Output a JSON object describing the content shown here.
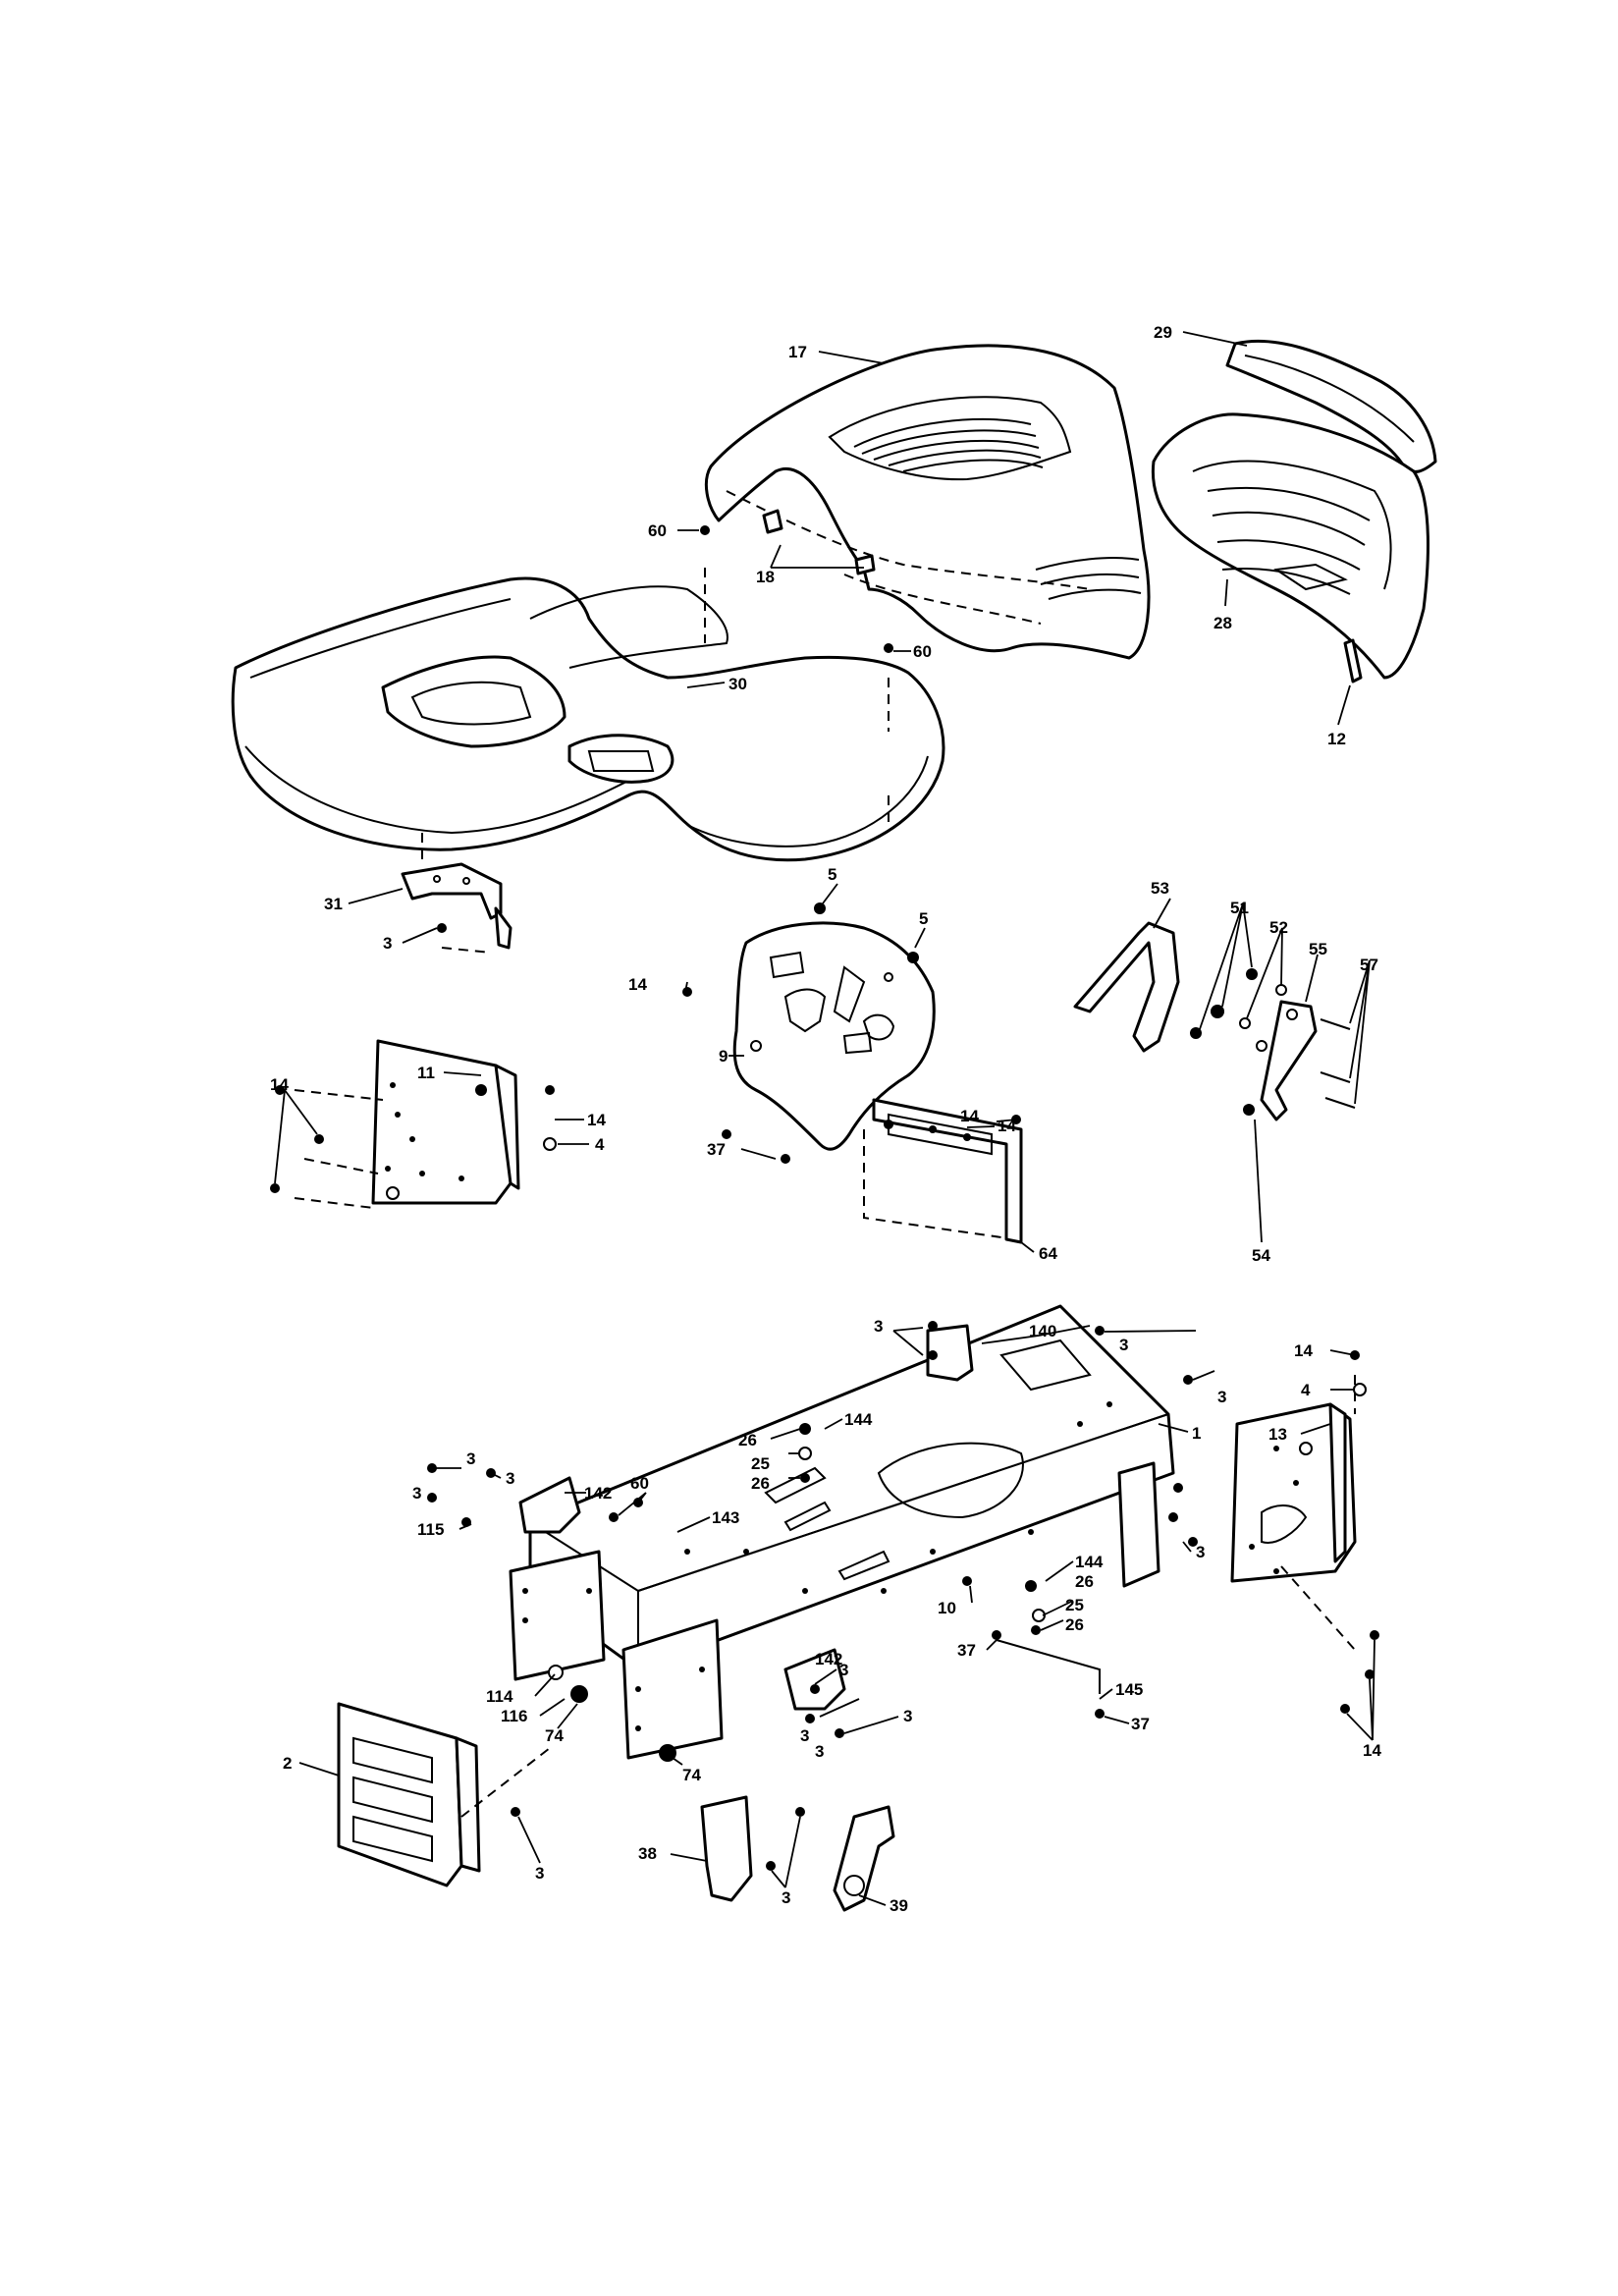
{
  "callouts": {
    "c17": "17",
    "c29": "29",
    "c60a": "60",
    "c18": "18",
    "c60b": "60",
    "c30": "30",
    "c28": "28",
    "c12": "12",
    "c31": "31",
    "c3a": "3",
    "c5a": "5",
    "c5b": "5",
    "c14a": "14",
    "c9": "9",
    "c53": "53",
    "c51": "51",
    "c52": "52",
    "c55": "55",
    "c57": "57",
    "c11": "11",
    "c14b": "14",
    "c14c": "14",
    "c4a": "4",
    "c14d": "14",
    "c14e": "14",
    "c37a": "37",
    "c54": "54",
    "c64": "64",
    "c3b": "3",
    "c140": "140",
    "c3c": "3",
    "c14f": "14",
    "c3d": "3",
    "c4b": "4",
    "c26a": "26",
    "c144a": "144",
    "c1": "1",
    "c13": "13",
    "c3e": "3",
    "c3f": "3",
    "c3g": "3",
    "c25a": "25",
    "c26b": "26",
    "c60c": "60",
    "c142a": "142",
    "c143": "143",
    "c115": "115",
    "c3h": "3",
    "c144b": "144",
    "c26c": "26",
    "c10": "10",
    "c25b": "25",
    "c26d": "26",
    "c3i": "3",
    "c142b": "142",
    "c37b": "37",
    "c145": "145",
    "c3j": "3",
    "c37c": "37",
    "c114": "114",
    "c116": "116",
    "c74a": "74",
    "c3k": "3",
    "c3l": "3",
    "c14g": "14",
    "c2": "2",
    "c74b": "74",
    "c3m": "3",
    "c38": "38",
    "c3n": "3",
    "c39": "39"
  }
}
